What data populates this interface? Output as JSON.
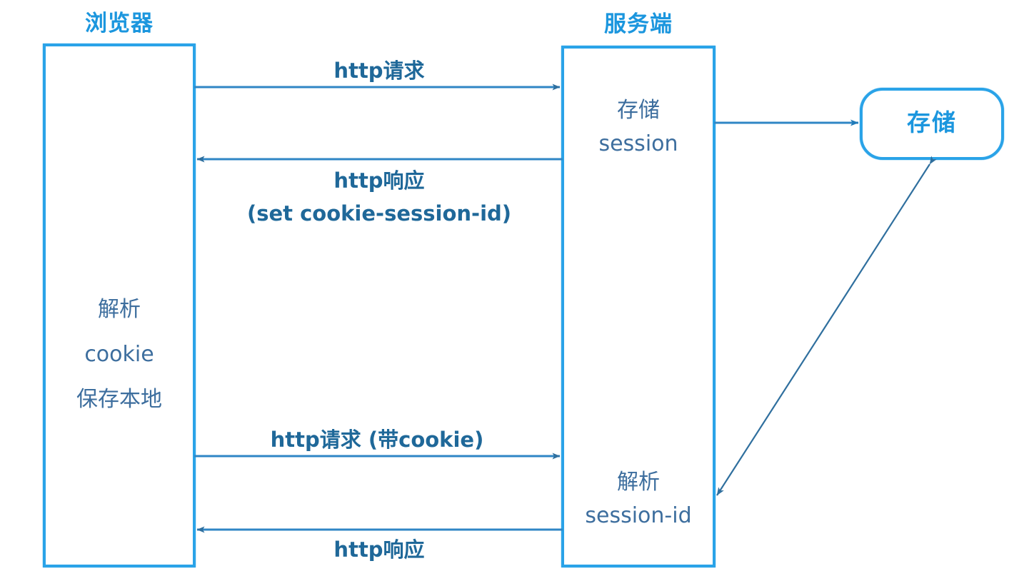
{
  "diagram": {
    "type": "sequence-diagram",
    "background_color": "#ffffff",
    "colors": {
      "box_border": "#2aa3e8",
      "title_blue": "#1b96de",
      "label_blue": "#1f6899",
      "body_text": "#3d6e9e",
      "arrow_line": "#2f86c5"
    },
    "participants": [
      {
        "id": "browser",
        "title": "浏览器",
        "body_lines": [
          "解析",
          "cookie",
          "保存本地"
        ]
      },
      {
        "id": "server",
        "title": "服务端",
        "body_lines_top": [
          "存储",
          "session"
        ],
        "body_lines_bottom": [
          "解析",
          "session-id"
        ]
      }
    ],
    "nodes": [
      {
        "id": "storage",
        "label": "存储",
        "shape": "rounded-rectangle"
      }
    ],
    "messages": [
      {
        "id": "msg-1",
        "from": "browser",
        "to": "server",
        "direction": "right",
        "lines": [
          "http请求"
        ]
      },
      {
        "id": "msg-2",
        "from": "server",
        "to": "browser",
        "direction": "left",
        "lines": [
          "http响应",
          "(set cookie-session-id)"
        ]
      },
      {
        "id": "msg-3",
        "from": "browser",
        "to": "server",
        "direction": "right",
        "lines": [
          "http请求 (带cookie)"
        ]
      },
      {
        "id": "msg-4",
        "from": "server",
        "to": "browser",
        "direction": "left",
        "lines": [
          "http响应"
        ]
      },
      {
        "id": "msg-5",
        "from": "server",
        "to": "storage",
        "direction": "right",
        "lines": []
      },
      {
        "id": "msg-6",
        "from": "server",
        "to": "storage",
        "direction": "both",
        "lines": []
      }
    ],
    "labels": {
      "browser_title": "浏览器",
      "server_title": "服务端",
      "storage_node": "存储",
      "browser_line_1": "解析",
      "browser_line_2": "cookie",
      "browser_line_3": "保存本地",
      "server_top_line_1": "存储",
      "server_top_line_2": "session",
      "server_bottom_line_1": "解析",
      "server_bottom_line_2": "session-id",
      "msg1_line_1": "http请求",
      "msg2_line_1": "http响应",
      "msg2_line_2": "(set cookie-session-id)",
      "msg3_line_1": "http请求 (带cookie)",
      "msg4_line_1": "http响应"
    }
  }
}
